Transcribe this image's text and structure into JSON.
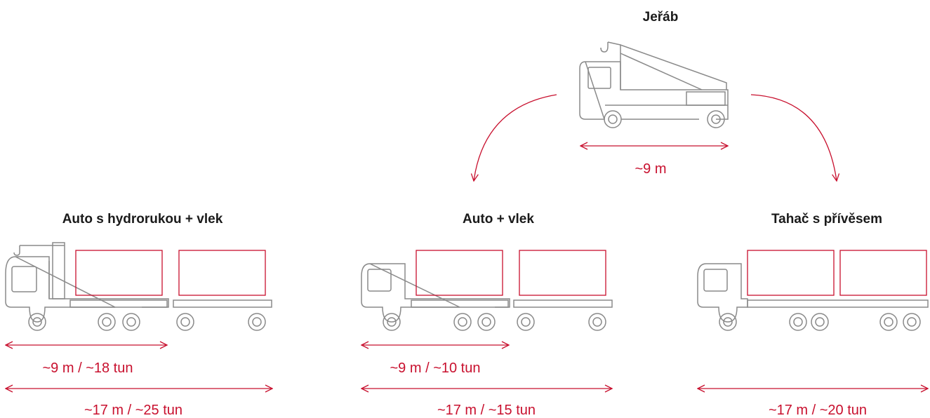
{
  "colors": {
    "accent": "#c8102e",
    "outline": "#8a8a8a",
    "text": "#1a1a1a"
  },
  "crane": {
    "title": "Jeřáb",
    "length_label": "~9 m"
  },
  "vehicles": [
    {
      "title": "Auto s hydrorukou + vlek",
      "truck_label": "~9 m / ~18 tun",
      "total_label": "~17 m / ~25 tun"
    },
    {
      "title": "Auto + vlek",
      "truck_label": "~9 m / ~10 tun",
      "total_label": "~17 m / ~15 tun"
    },
    {
      "title": "Tahač s přívěsem",
      "total_label": "~17 m / ~20 tun"
    }
  ]
}
